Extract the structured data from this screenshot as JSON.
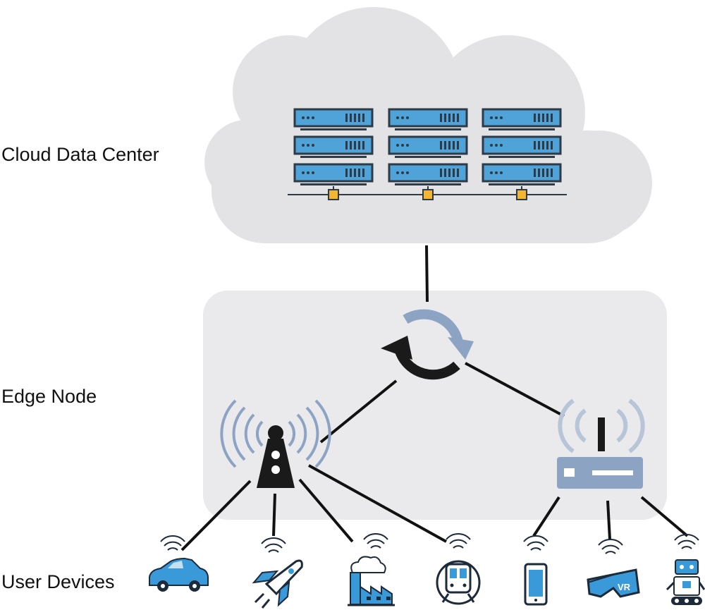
{
  "labels": {
    "cloud_layer": "Cloud Data Center",
    "edge_layer": "Edge Node",
    "user_layer": "User Devices"
  },
  "colors": {
    "cloud_fill": "#e3e3e5",
    "edge_panel_fill": "#eaeaec",
    "server_blue": "#4fa3d9",
    "server_outline": "#2e3a46",
    "connector_yellow": "#f2b632",
    "device_blue": "#3a9ad9",
    "device_dark": "#1d2a3a",
    "sync_dark": "#1a1a1a",
    "sync_light": "#8da3c4",
    "router_body": "#8da3c4",
    "wifi_arc": "#b8c4d8",
    "link_line": "#111111"
  },
  "cloud": {
    "server_racks": 3,
    "servers_per_rack": 3
  },
  "edge": {
    "nodes": [
      "cell-tower",
      "wifi-router"
    ],
    "center_icon": "sync-arrows-icon"
  },
  "devices": {
    "tower_connected": [
      "car-icon",
      "space-shuttle-icon",
      "factory-icon",
      "train-icon"
    ],
    "router_connected": [
      "smartphone-icon",
      "vr-headset-icon",
      "robot-icon"
    ],
    "vr_badge_text": "VR"
  }
}
